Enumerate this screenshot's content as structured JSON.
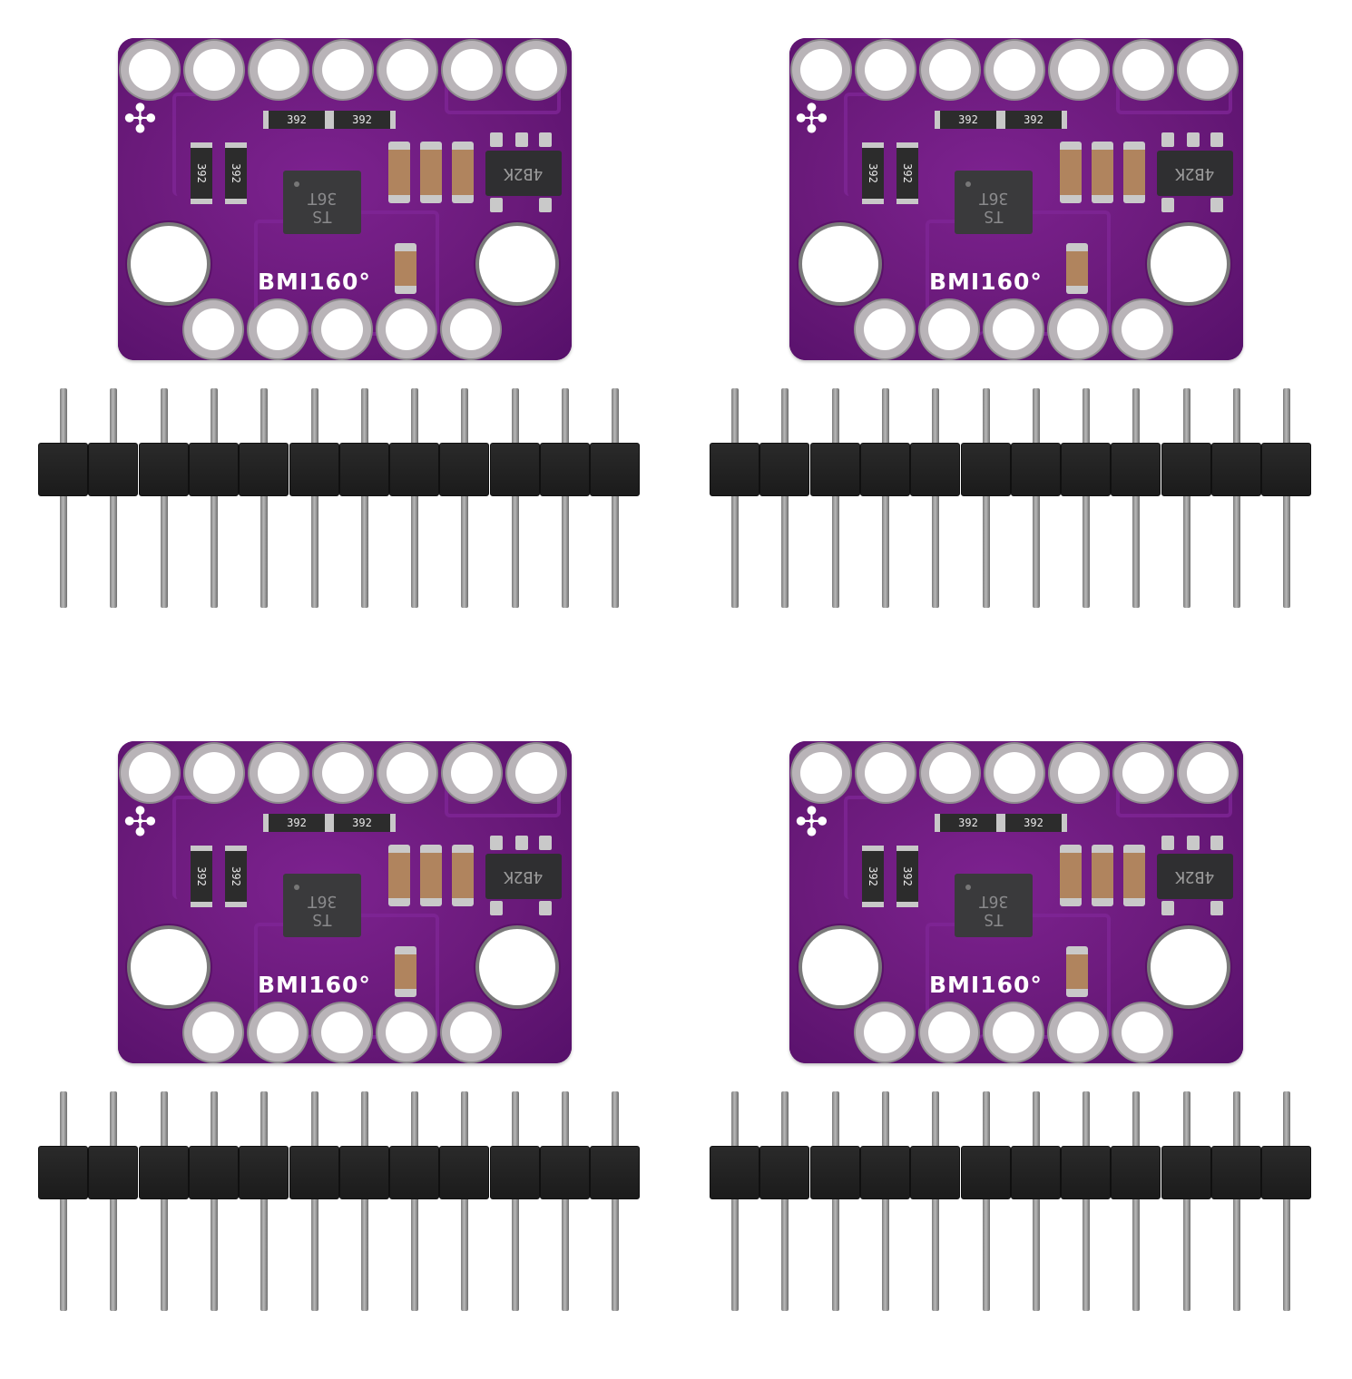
{
  "scene": {
    "description": "Product photo: four BMI160 6-axis IMU breakout boards, each with a 12-pin male header strip",
    "background_color": "#ffffff",
    "pcb_color": "#6a1a7a",
    "header_color": "#1b1b1b",
    "pin_color": "#a0a0a0"
  },
  "kits": [
    {
      "position": "top-left"
    },
    {
      "position": "top-right"
    },
    {
      "position": "bottom-left"
    },
    {
      "position": "bottom-right"
    }
  ],
  "board": {
    "silkscreen_label": "BMI160°",
    "axes_icon": "xyz-axes-icon",
    "chip_marking_line1": "TS",
    "chip_marking_line2": "36T",
    "top_resistor_marking": "392",
    "side_resistor_marking": "392",
    "regulator_marking": "4B2K",
    "top_pad_count": 7,
    "bottom_pad_count": 5,
    "mounting_holes": 2
  },
  "header": {
    "pin_count": 12
  }
}
